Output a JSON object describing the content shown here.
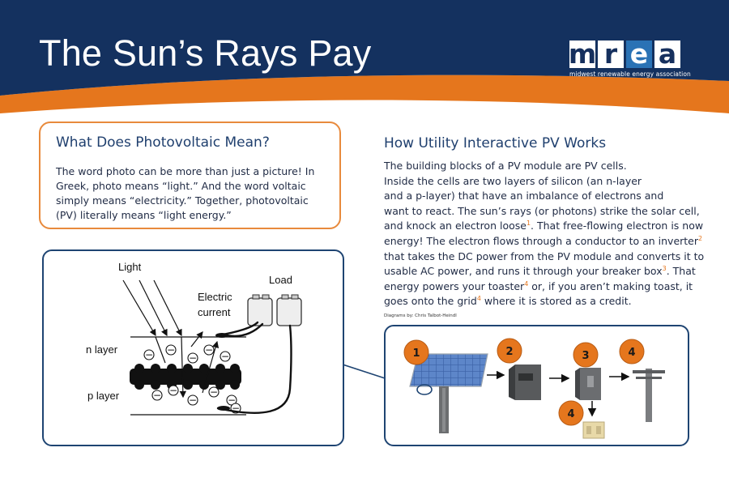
{
  "header": {
    "title": "The Sun’s Rays Pay",
    "logo": {
      "letters": [
        "m",
        "r",
        "e",
        "a"
      ],
      "tagline": "midwest renewable energy association"
    },
    "colors": {
      "navy": "#14315f",
      "orange": "#e5761d"
    }
  },
  "definition": {
    "heading": "What Does Photovoltaic Mean?",
    "text": "The word photo can be more than just a picture! In Greek, photo means “light.” And the word voltaic simply means “electricity.” Together, photovoltaic (PV) literally means “light energy.”"
  },
  "how_it_works": {
    "heading": "How Utility Interactive PV Works",
    "lines": [
      {
        "text": "The building blocks of a PV module are PV cells."
      },
      {
        "text": "Inside the cells are two layers of silicon (an n-layer"
      },
      {
        "text": "and a p-layer) that have an imbalance of electrons and"
      },
      {
        "text": "want to react. The sun’s rays (or photons) strike the solar cell,"
      },
      {
        "text": "and knock an electron loose",
        "sup": "1",
        "after": ". That free-flowing electron is now"
      },
      {
        "text": "energy! The electron flows through a conductor to an inverter",
        "sup": "2"
      },
      {
        "text": "that takes the DC power from the PV module and converts it to"
      },
      {
        "text": "usable AC power, and runs it through your breaker box",
        "sup": "3",
        "after": ". That"
      },
      {
        "text": "energy powers your toaster",
        "sup": "4",
        "after": " or, if you aren’t making toast, it"
      },
      {
        "text": "goes onto the grid",
        "sup": "4",
        "after": " where it is stored as a credit."
      }
    ],
    "credit": "Diagrams by: Chris Talbot-Heindl"
  },
  "pv_cell_diagram": {
    "labels": {
      "light": "Light",
      "load": "Load",
      "electric_current": [
        "Electric",
        "current"
      ],
      "n_layer": "n layer",
      "p_layer": "p layer"
    },
    "electron_symbol": "−"
  },
  "system_diagram": {
    "steps": [
      "1",
      "2",
      "3",
      "4",
      "4"
    ],
    "step_color": "#e5761d"
  }
}
